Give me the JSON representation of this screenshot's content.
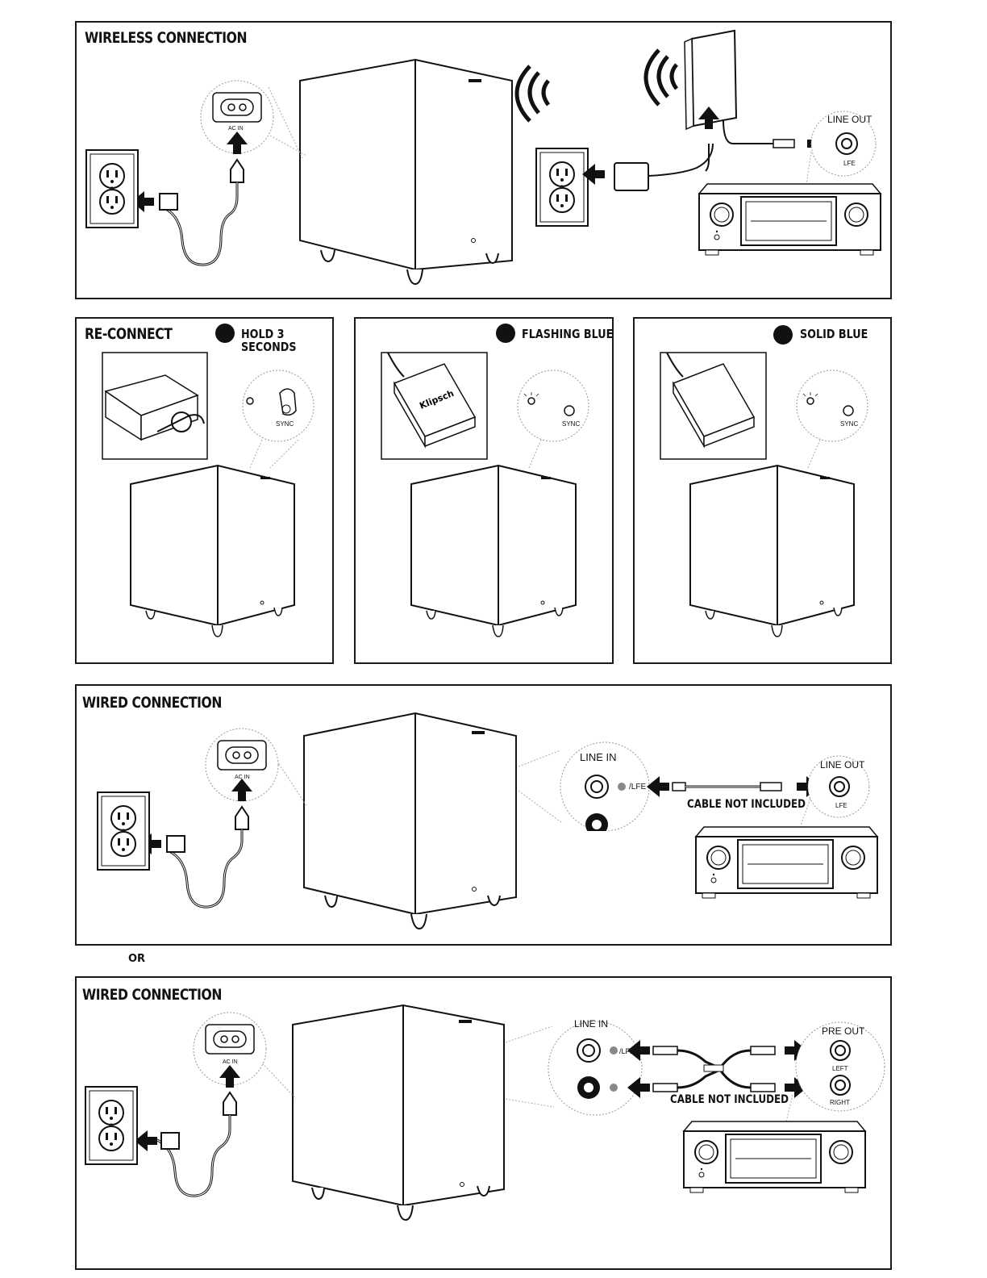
{
  "panels": {
    "wireless": {
      "title": "WIRELESS CONNECTION",
      "line_out": "LINE OUT",
      "lfe": "LFE",
      "ac_in": "AC IN"
    },
    "reconnect": {
      "title": "RE-CONNECT",
      "step1": {
        "line1": "HOLD 3",
        "line2": "SECONDS",
        "sync": "SYNC"
      },
      "step2": {
        "label": "FLASHING BLUE",
        "sync": "SYNC"
      },
      "step3": {
        "label": "SOLID BLUE",
        "sync": "SYNC"
      }
    },
    "wired1": {
      "title": "WIRED CONNECTION",
      "line_in": "LINE IN",
      "l_lfe": "/LFE",
      "line_out": "LINE OUT",
      "lfe": "LFE",
      "cable": "CABLE NOT INCLUDED",
      "ac_in": "AC IN"
    },
    "or": "OR",
    "wired2": {
      "title": "WIRED CONNECTION",
      "line_in": "LINE IN",
      "l_lfe": "/LFE",
      "pre_out": "PRE OUT",
      "left": "LEFT",
      "right": "RIGHT",
      "cable": "CABLE NOT INCLUDED",
      "ac_in": "AC IN"
    }
  },
  "brand_mark": "Klipsch"
}
